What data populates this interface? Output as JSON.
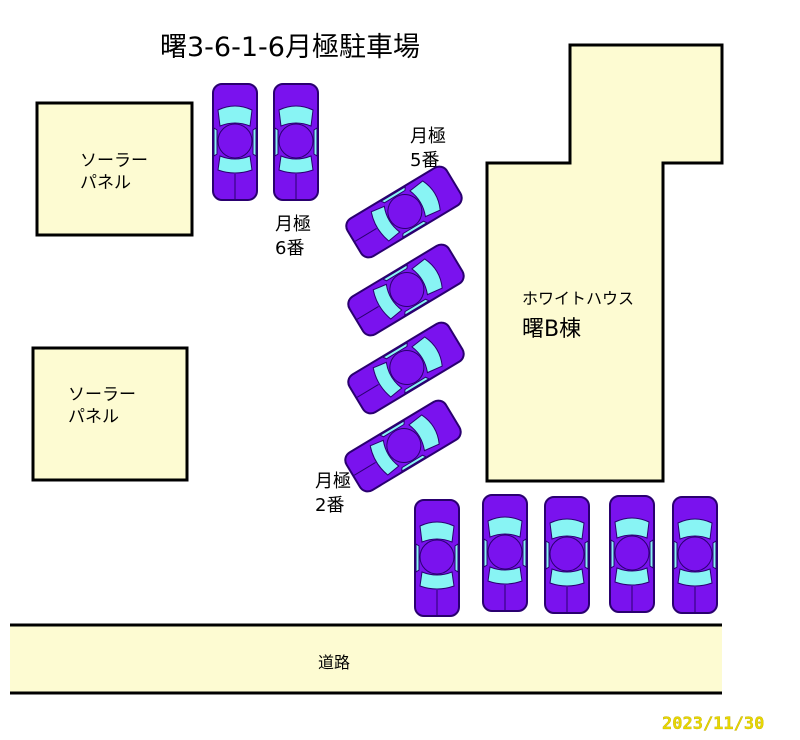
{
  "title": "曙3-6-1-6月極駐車場",
  "solar_panels": [
    {
      "line1": "ソーラー",
      "line2": "パネル"
    },
    {
      "line1": "ソーラー",
      "line2": "パネル"
    }
  ],
  "building": {
    "line1": "ホワイトハウス",
    "line2": "曙B棟"
  },
  "spot_labels": [
    {
      "line1": "月極",
      "line2": "6番"
    },
    {
      "line1": "月極",
      "line2": "5番"
    },
    {
      "line1": "月極",
      "line2": "2番"
    }
  ],
  "road": "道路",
  "date": "2023/11/30",
  "colors": {
    "car": "#7a12ee",
    "window": "#88f4f4",
    "panel": "#fdfbd2",
    "date": "#e8d800"
  }
}
